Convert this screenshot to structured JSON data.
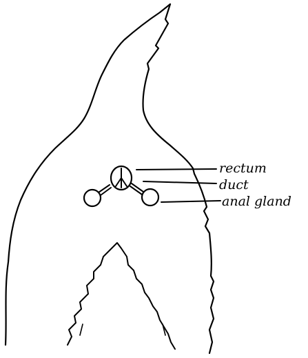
{
  "diagram": {
    "labels": {
      "rectum": "rectum",
      "duct": "duct",
      "anal_gland": "anal gland"
    },
    "colors": {
      "ink": "#000000",
      "background": "#ffffff"
    }
  }
}
